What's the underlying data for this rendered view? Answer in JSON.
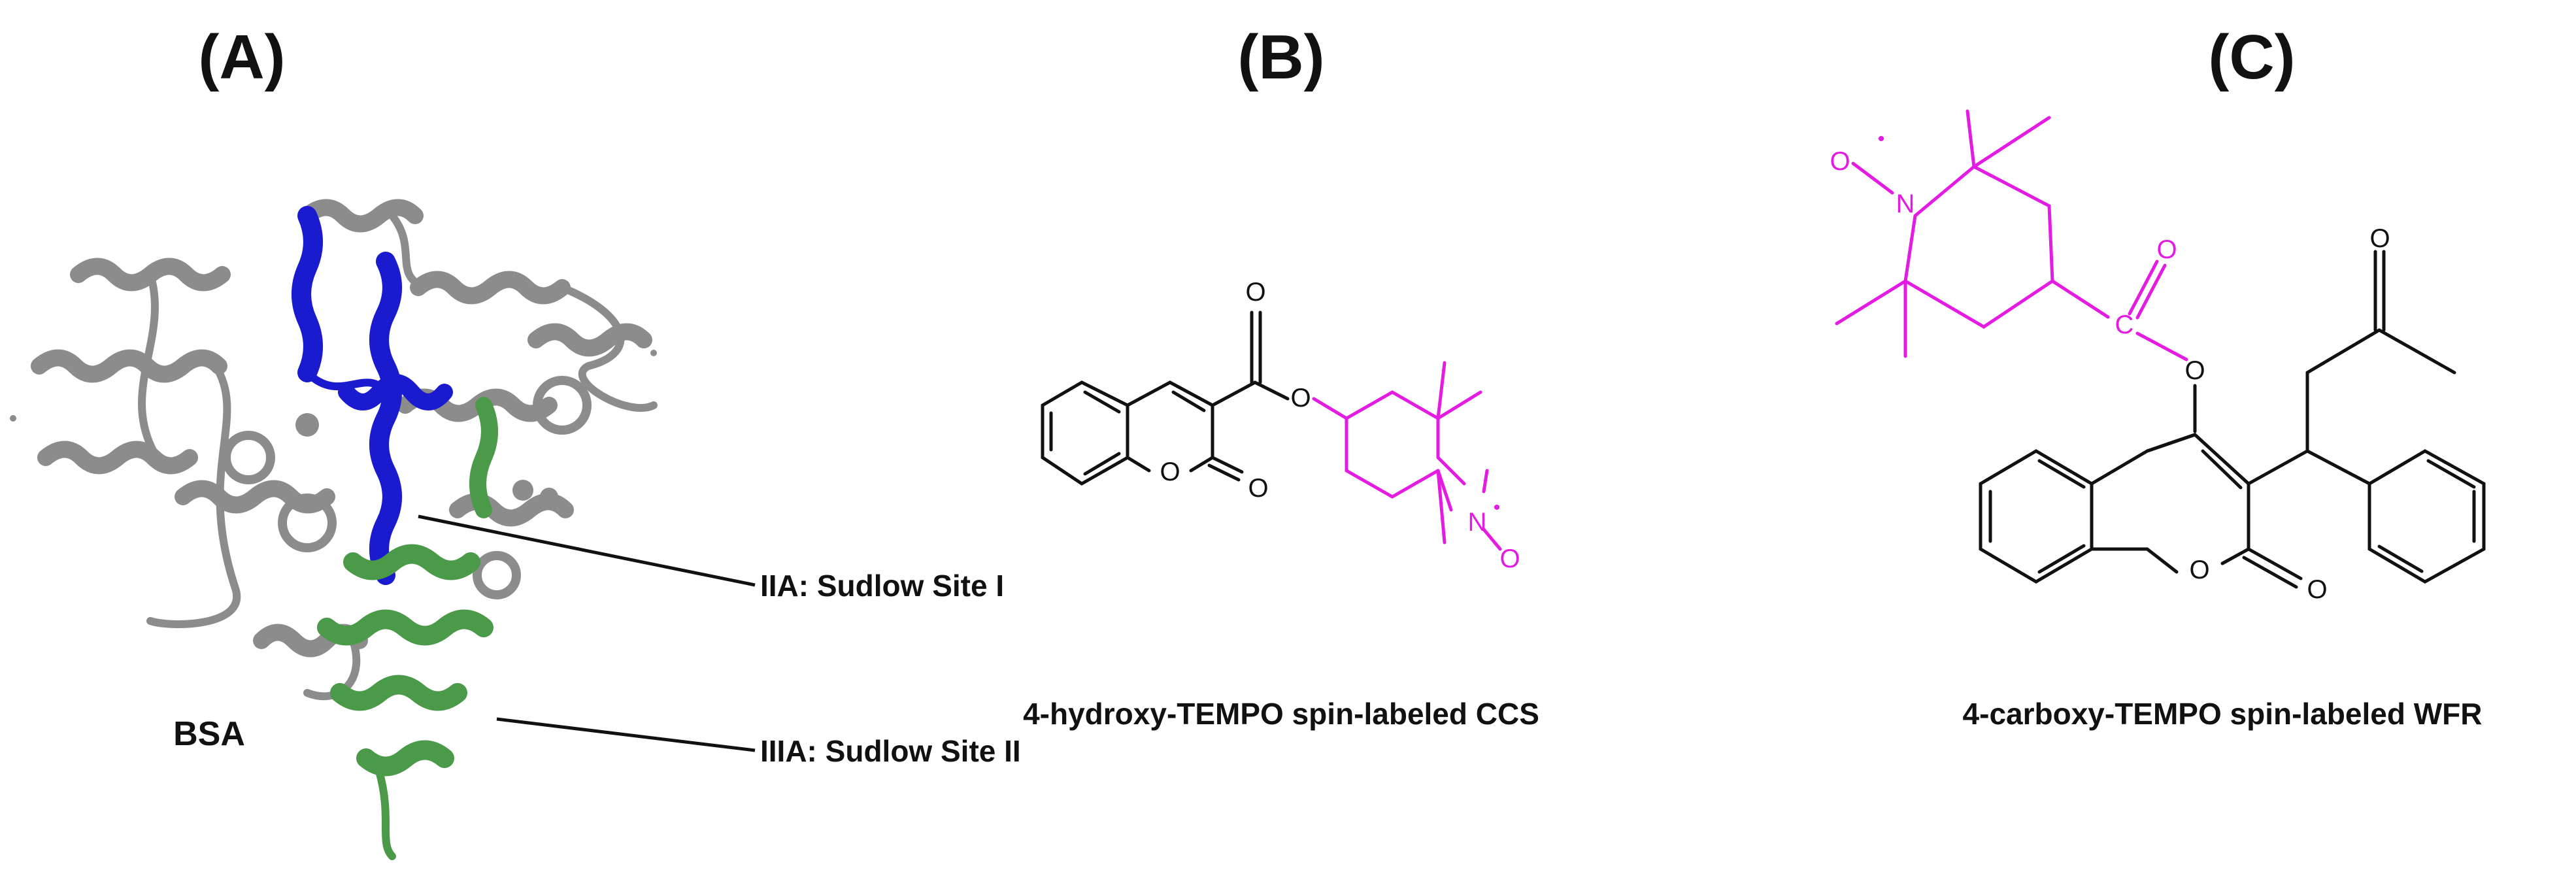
{
  "colors": {
    "black": "#111111",
    "magenta": "#e31be3",
    "protein_gray": "#8c8c8c",
    "protein_blue": "#1a1acf",
    "protein_green": "#4a9a4a"
  },
  "panel_a": {
    "letter": "(A)",
    "protein_name": "BSA",
    "site_1": "IIA: Sudlow Site I",
    "site_2": "IIIA: Sudlow Site II"
  },
  "panel_b": {
    "letter": "(B)",
    "caption": "4-hydroxy-TEMPO spin-labeled CCS",
    "atoms": {
      "o_carbonyl": "O",
      "o_ester": "O",
      "o_ring": "O",
      "o_lactone": "O",
      "n": "N",
      "n_oxygen": "O",
      "radical": "•"
    }
  },
  "panel_c": {
    "letter": "(C)",
    "caption": "4-carboxy-TEMPO spin-labeled WFR",
    "atoms": {
      "n_oxygen": "O",
      "radical": "•",
      "n": "N",
      "c_carbonyl": "C",
      "o_carbonyl": "O",
      "o_ester": "O",
      "o_ketone": "O",
      "o_ring": "O",
      "o_lactone": "O"
    }
  }
}
